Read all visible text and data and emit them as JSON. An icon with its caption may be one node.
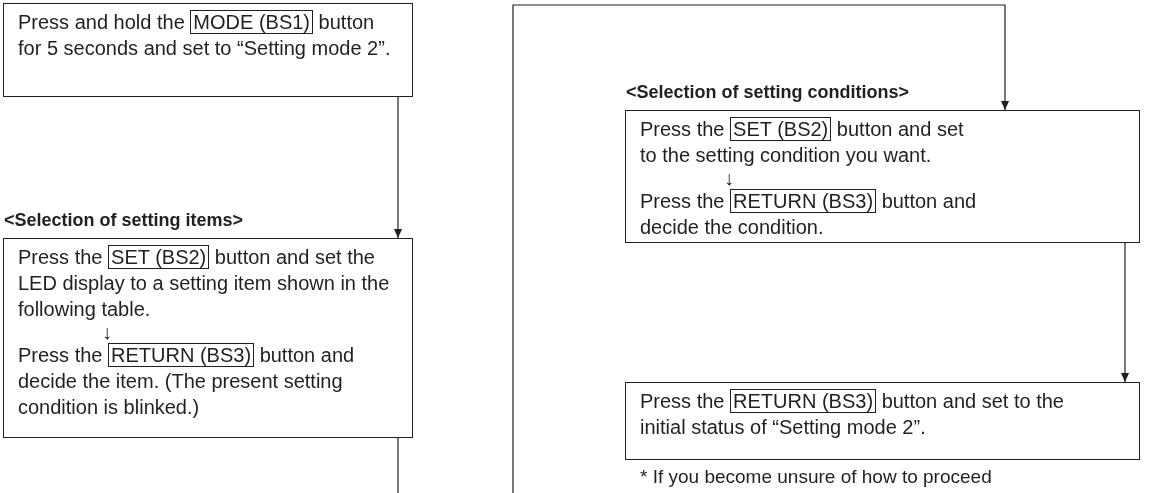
{
  "diagram": {
    "nodes": [
      {
        "text": [
          "Press and hold the",
          "MODE (BS1)",
          "button for 5 seconds and set to “Setting mode 2”."
        ]
      },
      {
        "text": [
          "<Selection of setting items>",
          "Press the",
          "SET (BS2)",
          "button and set the LED display to a setting item shown in the following table.",
          "↓",
          "Press the",
          "RETURN (BS3)",
          "button and decide the item. (The present setting condition is blinked.)"
        ]
      },
      {
        "text": [
          "<Selection of setting conditions>",
          "Press the",
          "SET (BS2)",
          "button and set to the setting condition you want.",
          "↓",
          "Press the",
          "RETURN (BS3)",
          "button and decide the condition."
        ]
      },
      {
        "text": [
          "Press the",
          "RETURN (BS3)",
          "button and set to the initial status of “Setting mode 2”."
        ]
      }
    ],
    "edges": [
      {
        "from": 0,
        "to": 1,
        "arrow": "to"
      },
      {
        "from": 1,
        "to": null,
        "arrow": "none"
      },
      {
        "from": null,
        "to": 2,
        "arrow": "to"
      },
      {
        "from": 2,
        "to": 3,
        "arrow": "to"
      }
    ],
    "labels": [
      "* If you become unsure of how to proceed"
    ]
  }
}
